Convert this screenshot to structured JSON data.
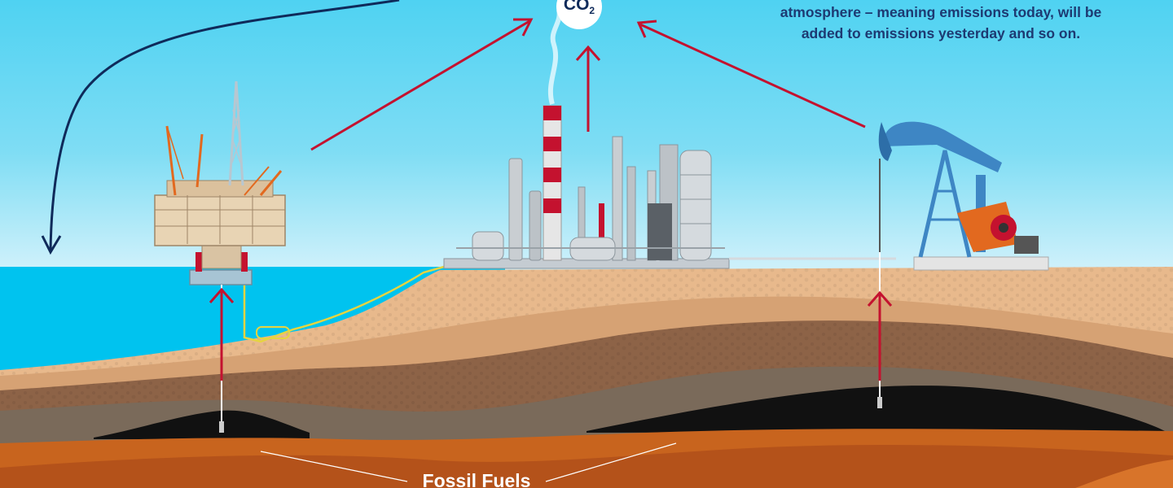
{
  "caption": {
    "line1": "atmosphere – meaning emissions today, will be",
    "line2": "added to emissions yesterday and so on."
  },
  "co2_label": {
    "main": "CO",
    "subscript": "2"
  },
  "fossil_label": "Fossil Fuels",
  "colors": {
    "sky_top": "#4fd2f2",
    "sky_bottom": "#c8f0fb",
    "sea": "#00c3ef",
    "sand": "#e8b98c",
    "soil_brown": "#8d6347",
    "soil_grey": "#7a6a5a",
    "fossil_black": "#111111",
    "deep_orange": "#c8641e",
    "arrow_red": "#c4122f",
    "arrow_navy": "#0f2a5a",
    "text_navy": "#1d3a72"
  },
  "icons": [
    "offshore-rig-icon",
    "refinery-icon",
    "pumpjack-icon",
    "co2-bubble-icon"
  ]
}
